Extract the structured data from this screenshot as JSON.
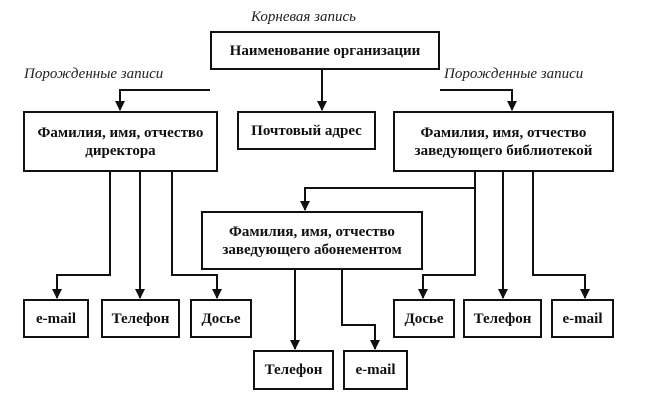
{
  "captions": {
    "root": "Корневая запись",
    "children_left": "Порожденные записи",
    "children_right": "Порожденные записи"
  },
  "nodes": {
    "org_name": "Наименование организации",
    "director_line1": "Фамилия, имя, отчество",
    "director_line2": "директора",
    "postal_address": "Почтовый адрес",
    "library_head_line1": "Фамилия, имя, отчество",
    "library_head_line2": "заведующего библиотекой",
    "subscription_head_line1": "Фамилия, имя, отчество",
    "subscription_head_line2": "заведующего абонементом",
    "director_email": "e-mail",
    "director_phone": "Телефон",
    "director_dossier": "Досье",
    "library_dossier": "Досье",
    "library_phone": "Телефон",
    "library_email": "e-mail",
    "subscription_phone": "Телефон",
    "subscription_email": "e-mail"
  }
}
